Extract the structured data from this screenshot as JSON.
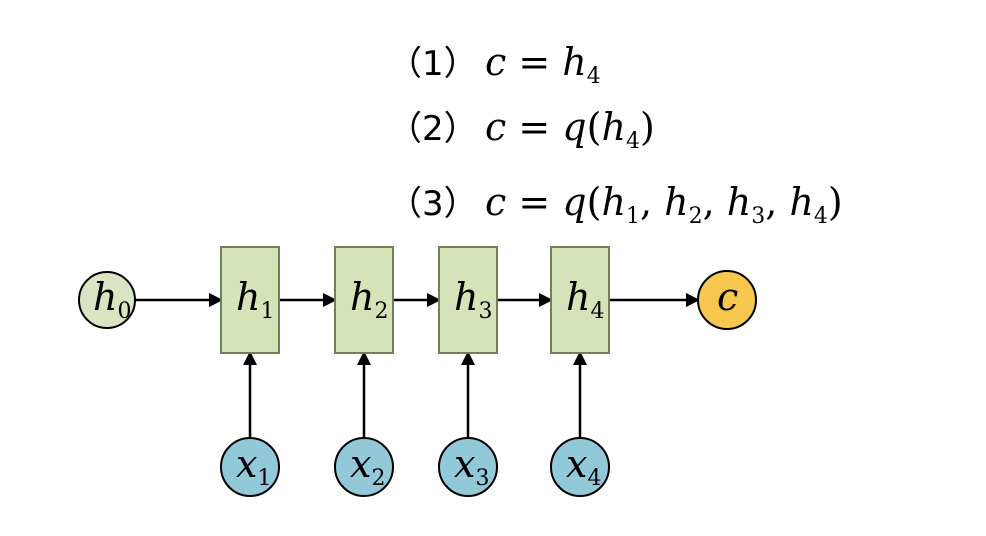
{
  "equations": [
    {
      "label": "1",
      "lhs": "c",
      "eq": "=",
      "fn": "",
      "args": [
        "4"
      ],
      "var": "h"
    },
    {
      "label": "2",
      "lhs": "c",
      "eq": "=",
      "fn": "q",
      "args": [
        "4"
      ],
      "var": "h"
    },
    {
      "label": "3",
      "lhs": "c",
      "eq": "=",
      "fn": "q",
      "args": [
        "1",
        "2",
        "3",
        "4"
      ],
      "var": "h"
    }
  ],
  "diagram": {
    "initial_state": {
      "var": "h",
      "sub": "0"
    },
    "hidden_states": [
      {
        "var": "h",
        "sub": "1"
      },
      {
        "var": "h",
        "sub": "2"
      },
      {
        "var": "h",
        "sub": "3"
      },
      {
        "var": "h",
        "sub": "4"
      }
    ],
    "inputs": [
      {
        "var": "x",
        "sub": "1"
      },
      {
        "var": "x",
        "sub": "2"
      },
      {
        "var": "x",
        "sub": "3"
      },
      {
        "var": "x",
        "sub": "4"
      }
    ],
    "output": {
      "var": "c"
    },
    "colors": {
      "hidden_fill": "#d6e2b8",
      "hidden_stroke": "#6f7f58",
      "h0_fill": "#d9e4c3",
      "input_fill": "#92c9d9",
      "output_fill": "#f8c84e",
      "stroke": "#000000"
    }
  }
}
